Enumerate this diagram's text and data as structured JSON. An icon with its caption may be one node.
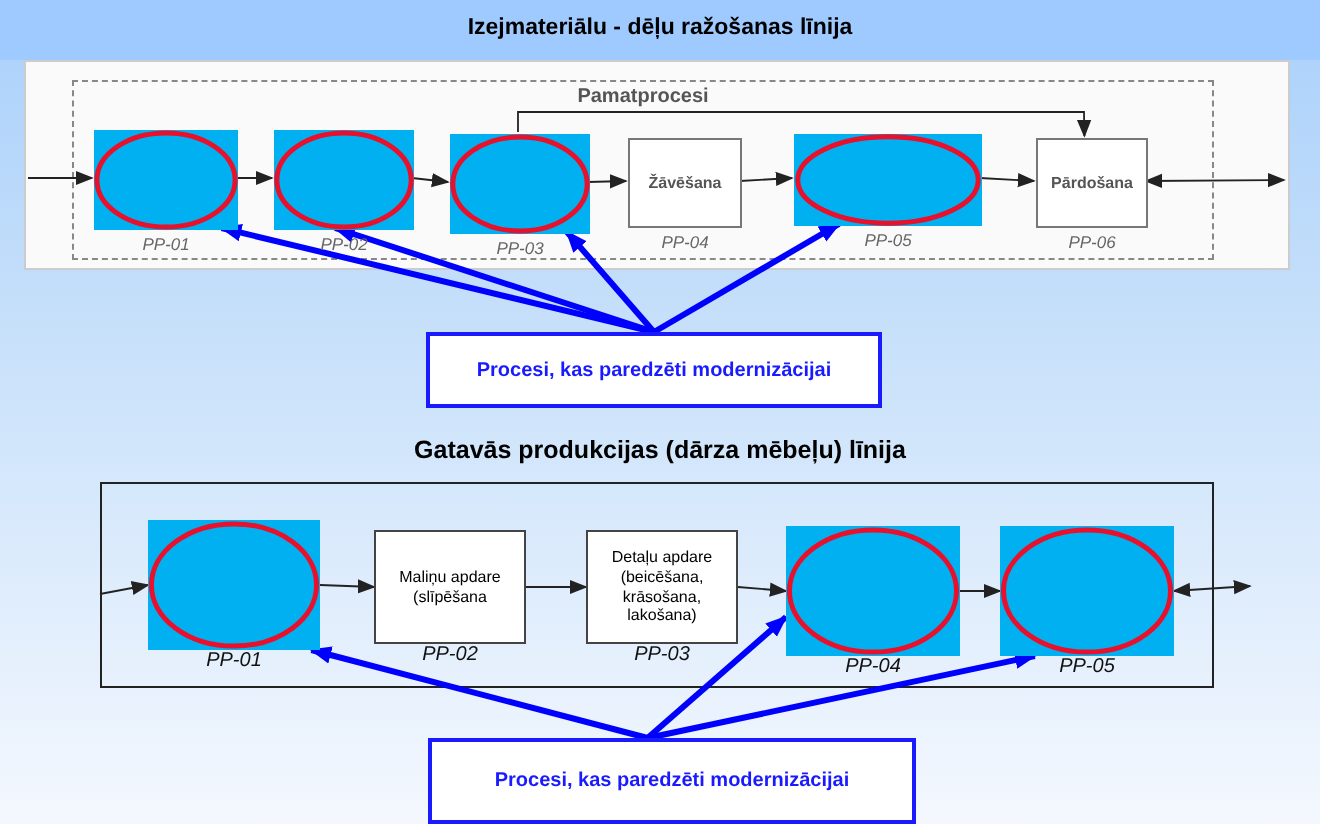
{
  "diagram": {
    "title": "Izejmateriālu - dēļu ražošanas līnija",
    "nodes": [
      {
        "text": [
          "Pamatprocesi"
        ]
      },
      {
        "text": [],
        "shape": "circle",
        "in": 0,
        "beside": [
          "PP-01"
        ]
      },
      {
        "text": [],
        "shape": "circle",
        "in": 0,
        "beside": [
          "PP-02"
        ]
      },
      {
        "text": [],
        "shape": "circle",
        "in": 0,
        "beside": [
          "PP-03"
        ]
      },
      {
        "text": [
          "Žāvēšana"
        ],
        "in": 0,
        "beside": [
          "PP-04"
        ]
      },
      {
        "text": [],
        "shape": "circle",
        "in": 0,
        "beside": [
          "PP-05"
        ]
      },
      {
        "text": [
          "Pārdošana"
        ],
        "in": 0,
        "beside": [
          "PP-06"
        ]
      },
      {
        "text": [
          "Procesi, kas paredzēti modernizācijai"
        ]
      },
      {
        "text": [],
        "shape": "circle",
        "beside": [
          "PP-01"
        ]
      },
      {
        "text": [
          "Maliņu apdare (slīpēšana"
        ],
        "beside": [
          "PP-02"
        ]
      },
      {
        "text": [
          "Detaļu apdare (beicēšana, krāsošana, lakošana)"
        ],
        "beside": [
          "PP-03"
        ]
      },
      {
        "text": [],
        "shape": "circle",
        "beside": [
          "PP-04"
        ]
      },
      {
        "text": [],
        "shape": "circle",
        "beside": [
          "PP-05"
        ]
      },
      {
        "text": [
          "Procesi, kas paredzēti modernizācijai"
        ]
      }
    ],
    "edges": [
      {
        "from": null,
        "to": 1,
        "arrow": "to"
      },
      {
        "from": 1,
        "to": 2,
        "arrow": "to"
      },
      {
        "from": 2,
        "to": 3,
        "arrow": "to"
      },
      {
        "from": 3,
        "to": 4,
        "arrow": "to"
      },
      {
        "from": 4,
        "to": 5,
        "arrow": "to"
      },
      {
        "from": 5,
        "to": 6,
        "arrow": "to"
      },
      {
        "from": 3,
        "to": 6,
        "arrow": "to"
      },
      {
        "from": 6,
        "to": null,
        "arrow": "both"
      },
      {
        "from": 7,
        "to": 1,
        "arrow": "to",
        "style": "thick",
        "color": "#0000ff"
      },
      {
        "from": 7,
        "to": 2,
        "arrow": "to",
        "style": "thick",
        "color": "#0000ff"
      },
      {
        "from": 7,
        "to": 3,
        "arrow": "to",
        "style": "thick",
        "color": "#0000ff"
      },
      {
        "from": 7,
        "to": 5,
        "arrow": "to",
        "style": "thick",
        "color": "#0000ff"
      },
      {
        "from": null,
        "to": 8,
        "arrow": "to"
      },
      {
        "from": 8,
        "to": 9,
        "arrow": "to"
      },
      {
        "from": 9,
        "to": 10,
        "arrow": "to"
      },
      {
        "from": 10,
        "to": 11,
        "arrow": "to"
      },
      {
        "from": 11,
        "to": 12,
        "arrow": "to"
      },
      {
        "from": 12,
        "to": null,
        "arrow": "both"
      },
      {
        "from": 13,
        "to": 8,
        "arrow": "to",
        "style": "thick",
        "color": "#0000ff"
      },
      {
        "from": 13,
        "to": 11,
        "arrow": "to",
        "style": "thick",
        "color": "#0000ff"
      },
      {
        "from": 13,
        "to": 12,
        "arrow": "to",
        "style": "thick",
        "color": "#0000ff"
      }
    ],
    "labels": [
      "Gatavās produkcijas (dārza mēbeļu) līnija"
    ]
  }
}
